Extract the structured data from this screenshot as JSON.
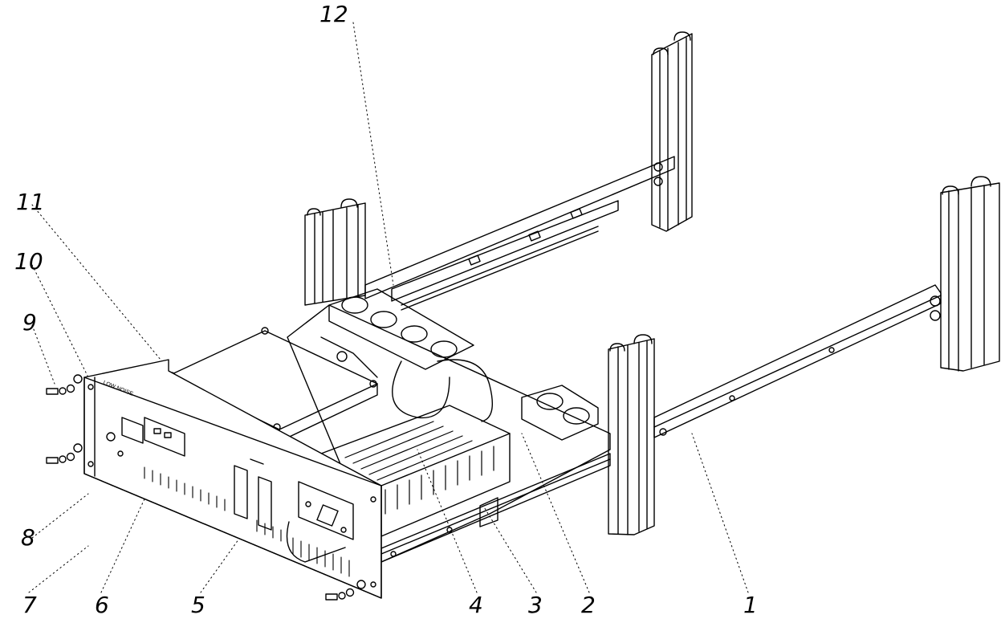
{
  "diagram": {
    "labels": [
      "1",
      "2",
      "3",
      "4",
      "5",
      "6",
      "7",
      "8",
      "9",
      "10",
      "11",
      "12"
    ],
    "panel_text": "LOW NOISE",
    "line_color": "#000000",
    "background": "#ffffff"
  }
}
